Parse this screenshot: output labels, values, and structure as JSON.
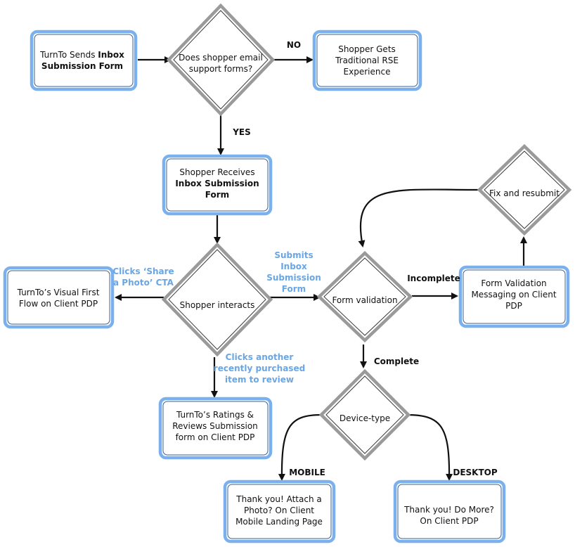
{
  "nodes": {
    "turnto_sends": {
      "lines": [
        [
          {
            "t": "TurnTo Sends "
          },
          {
            "t": "Inbox",
            "b": true
          }
        ],
        [
          {
            "t": "Submission Form",
            "b": true
          }
        ]
      ]
    },
    "email_support": {
      "lines": [
        [
          {
            "t": "Does shopper email"
          }
        ],
        [
          {
            "t": "support forms?"
          }
        ]
      ]
    },
    "traditional_rse": {
      "lines": [
        [
          {
            "t": "Shopper Gets"
          }
        ],
        [
          {
            "t": "Traditional RSE"
          }
        ],
        [
          {
            "t": "Experience"
          }
        ]
      ]
    },
    "shopper_receives": {
      "lines": [
        [
          {
            "t": "Shopper Receives"
          }
        ],
        [
          {
            "t": "Inbox Submission",
            "b": true
          }
        ],
        [
          {
            "t": "Form",
            "b": true
          }
        ]
      ]
    },
    "shopper_interacts": {
      "lines": [
        [
          {
            "t": "Shopper interacts"
          }
        ]
      ]
    },
    "visual_first": {
      "lines": [
        [
          {
            "t": "TurnTo’s Visual First"
          }
        ],
        [
          {
            "t": "Flow on Client PDP"
          }
        ]
      ]
    },
    "ratings_reviews": {
      "lines": [
        [
          {
            "t": "TurnTo’s Ratings &"
          }
        ],
        [
          {
            "t": "Reviews Submission"
          }
        ],
        [
          {
            "t": "form on Client PDP"
          }
        ]
      ]
    },
    "form_validation": {
      "lines": [
        [
          {
            "t": "Form validation"
          }
        ]
      ]
    },
    "validation_messaging": {
      "lines": [
        [
          {
            "t": "Form Validation"
          }
        ],
        [
          {
            "t": "Messaging on Client"
          }
        ],
        [
          {
            "t": "PDP"
          }
        ]
      ]
    },
    "fix_resubmit": {
      "lines": [
        [
          {
            "t": "Fix and resubmit"
          }
        ]
      ]
    },
    "device_type": {
      "lines": [
        [
          {
            "t": "Device-type"
          }
        ]
      ]
    },
    "thank_you_mobile": {
      "lines": [
        [
          {
            "t": "Thank you! Attach a"
          }
        ],
        [
          {
            "t": "Photo? On Client"
          }
        ],
        [
          {
            "t": "Mobile Landing Page"
          }
        ]
      ]
    },
    "thank_you_desktop": {
      "lines": [
        [
          {
            "t": "Thank you! Do More?"
          }
        ],
        [
          {
            "t": "On Client PDP"
          }
        ]
      ]
    }
  },
  "edge_labels": {
    "no": {
      "lines": [
        "NO"
      ]
    },
    "yes": {
      "lines": [
        "YES"
      ]
    },
    "share_photo": {
      "lines": [
        "Clicks ‘Share",
        "a Photo’ CTA"
      ]
    },
    "submits_form": {
      "lines": [
        "Submits",
        "Inbox",
        "Submission",
        "Form"
      ]
    },
    "another_item": {
      "lines": [
        "Clicks another",
        "recently purchased",
        "item to review"
      ]
    },
    "incomplete": {
      "lines": [
        "Incomplete"
      ]
    },
    "complete": {
      "lines": [
        "Complete"
      ]
    },
    "mobile": {
      "lines": [
        "MOBILE"
      ]
    },
    "desktop": {
      "lines": [
        "DESKTOP"
      ]
    }
  },
  "colors": {
    "box_border": "#7ab0ee",
    "diamond_border": "#9a9a9a",
    "label_blue": "#6aa6e4",
    "edge": "#111111"
  }
}
